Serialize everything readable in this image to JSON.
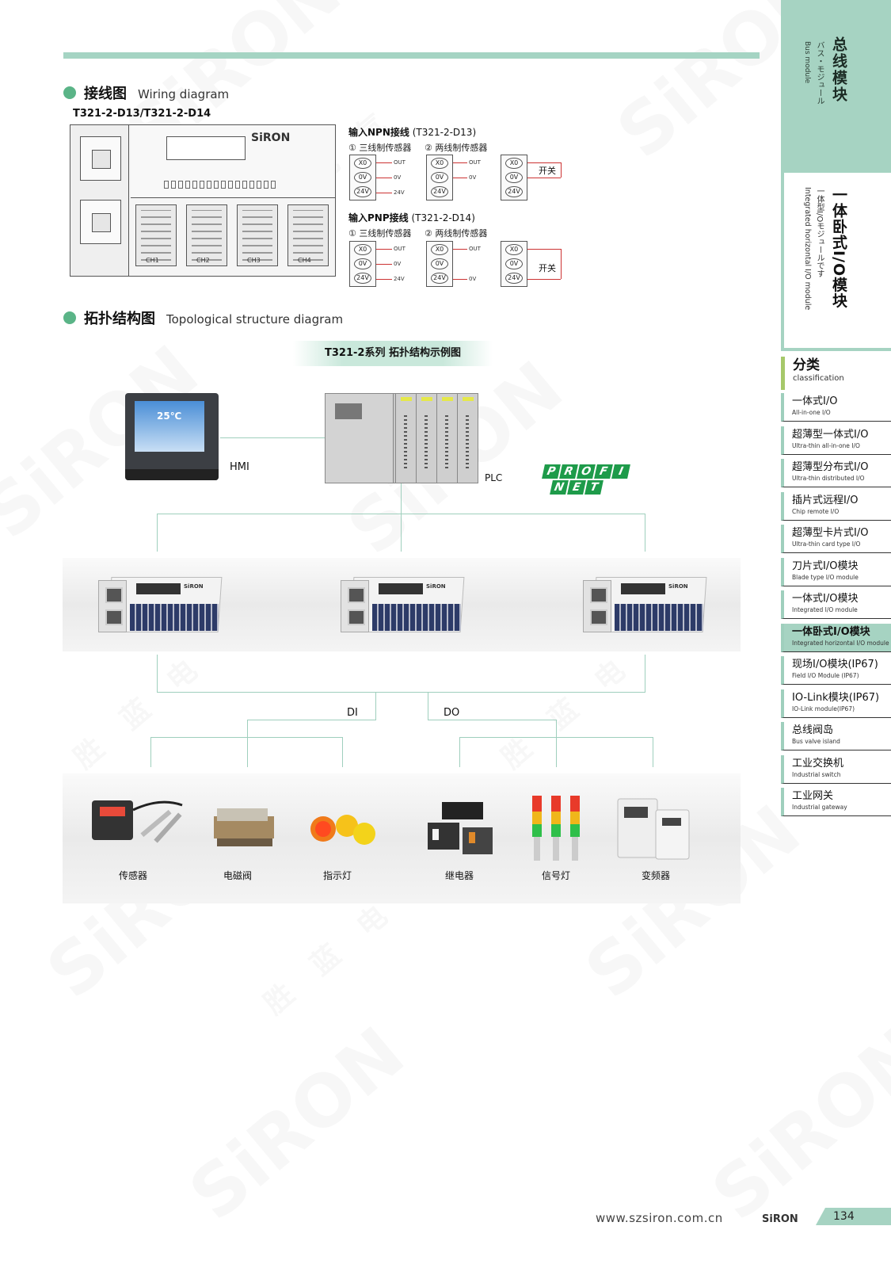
{
  "wiring": {
    "heading_zh": "接线图",
    "heading_en": "Wiring diagram",
    "model": "T321-2-D13/T321-2-D14",
    "module_brand": "SiRON",
    "channels": [
      "CH1",
      "CH2",
      "CH3",
      "CH4"
    ],
    "npn_title_zh": "输入NPN接线",
    "npn_title_model": "(T321-2-D13)",
    "pnp_title_zh": "输入PNP接线",
    "pnp_title_model": "(T321-2-D14)",
    "three_wire": "① 三线制传感器",
    "two_wire": "② 两线制传感器",
    "terminals": [
      "X0",
      "0V",
      "24V"
    ],
    "wire_labels_3": [
      "OUT",
      "0V",
      "24V"
    ],
    "wire_labels_2": [
      "OUT",
      "0V"
    ],
    "switch": "开关"
  },
  "topology": {
    "heading_zh": "拓扑结构图",
    "heading_en": "Topological structure diagram",
    "banner": "T321-2系列 拓扑结构示例图",
    "hmi_label": "HMI",
    "hmi_temp": "25℃",
    "plc_label": "PLC",
    "profinet": [
      "PROFI",
      "NET"
    ],
    "io_brand": "SiRON",
    "di_label": "DI",
    "do_label": "DO",
    "devices": [
      "传感器",
      "电磁阀",
      "指示灯",
      "继电器",
      "信号灯",
      "变频器"
    ]
  },
  "sidebar": {
    "top_zh": "总线模块",
    "top_ja": "バス・モジュール",
    "top_en": "Bus module",
    "mid_zh": "一体卧式I/O模块",
    "mid_ja": "一体型I/Oモジュールです",
    "mid_en": "Integrated horizontal I/O module",
    "class_zh": "分类",
    "class_en": "classification",
    "items": [
      {
        "zh": "一体式I/O",
        "en": "All-in-one I/O"
      },
      {
        "zh": "超薄型一体式I/O",
        "en": "Ultra-thin all-in-one I/O"
      },
      {
        "zh": "超薄型分布式I/O",
        "en": "Ultra-thin distributed I/O"
      },
      {
        "zh": "插片式远程I/O",
        "en": "Chip remote I/O"
      },
      {
        "zh": "超薄型卡片式I/O",
        "en": "Ultra-thin card type I/O"
      },
      {
        "zh": "刀片式I/O模块",
        "en": "Blade type I/O module"
      },
      {
        "zh": "一体式I/O模块",
        "en": "Integrated I/O module"
      },
      {
        "zh": "一体卧式I/O模块",
        "en": "Integrated horizontal I/O module"
      },
      {
        "zh": "现场I/O模块(IP67)",
        "en": "Field I/O Module (IP67)"
      },
      {
        "zh": "IO-Link模块(IP67)",
        "en": "IO-Link module(IP67)"
      },
      {
        "zh": "总线阀岛",
        "en": "Bus valve island"
      },
      {
        "zh": "工业交换机",
        "en": "Industrial switch"
      },
      {
        "zh": "工业网关",
        "en": "Industrial gateway"
      }
    ]
  },
  "footer": {
    "url": "www.szsiron.com.cn",
    "brand": "SiRON",
    "page": "134"
  },
  "watermark": {
    "brand": "SiRON",
    "chars": "胜 蓝 电 气"
  },
  "colors": {
    "accent_green": "#a6d3c2",
    "dot_green": "#5ab487",
    "profinet_green": "#1e9b4a",
    "wire_red": "#cc3333"
  }
}
